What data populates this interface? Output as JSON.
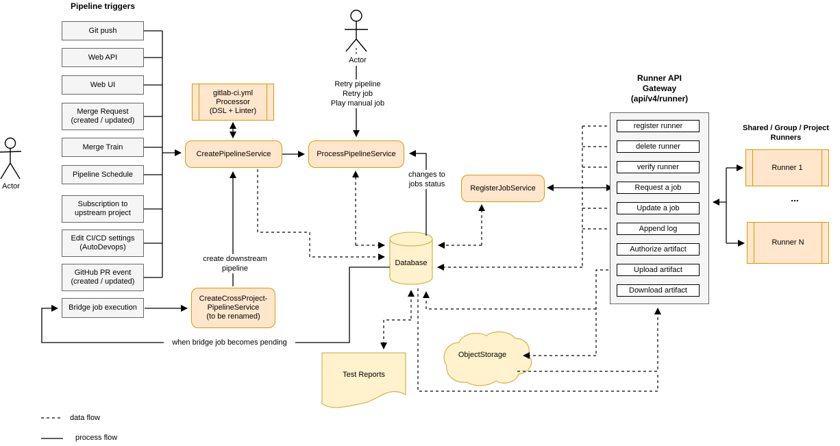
{
  "colors": {
    "service_fill": "#ffe6cc",
    "service_border": "#d79b00",
    "storage_fill": "#fff2cc",
    "storage_border": "#d6b656",
    "trigger_fill": "#f5f5f5",
    "trigger_border": "#666666",
    "endpoint_fill": "#ffffff",
    "line_color": "#000000"
  },
  "triggers": {
    "title": "Pipeline triggers",
    "items": [
      "Git push",
      "Web API",
      "Web UI",
      "Merge Request\n(created / updated)",
      "Merge Train",
      "Pipeline Schedule",
      "Subscription to\nupstream project",
      "Edit CI/CD settings\n(AutoDevops)",
      "GitHub PR event\n(created / updated)",
      "Bridge job execution"
    ]
  },
  "actors": {
    "left_label": "Actor",
    "top_label": "Actor"
  },
  "services": {
    "processor": "gitlab-ci.yml\nProcessor\n(DSL + Linter)",
    "create_pipeline": "CreatePipelineService",
    "process_pipeline": "ProcessPipelineService",
    "register_job": "RegisterJobService",
    "create_cross_project": "CreateCrossProject-\nPipelineService\n(to be renamed)"
  },
  "storage": {
    "database": "Database",
    "test_reports": "Test Reports",
    "object_storage": "ObjectStorage"
  },
  "gateway": {
    "title": "Runner API\nGateway\n(api/v4/runner)",
    "endpoints": [
      "register runner",
      "delete runner",
      "verify runner",
      "Request a job",
      "Update a job",
      "Append log",
      "Authorize artifact",
      "Upload artifact",
      "Download artifact"
    ]
  },
  "runners": {
    "title": "Shared / Group / Project\nRunners",
    "runner_1": "Runner 1",
    "ellipsis": "...",
    "runner_n": "Runner N"
  },
  "edge_labels": {
    "retry": "Retry pipeline\nRetry job\nPlay manual job",
    "changes": "changes to\njobs status",
    "downstream": "create downstream\npipeline",
    "bridge_pending": "when bridge job becomes pending"
  },
  "legend": {
    "data_flow": "data flow",
    "process_flow": "process flow"
  }
}
